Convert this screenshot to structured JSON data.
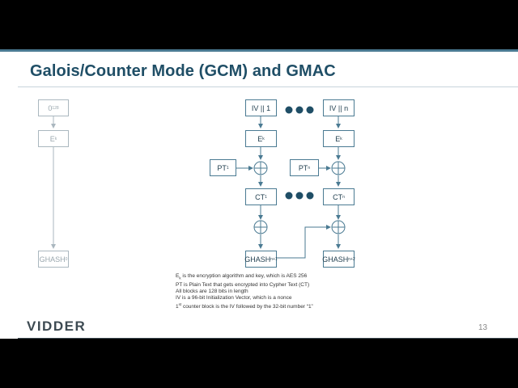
{
  "slide": {
    "title": "Galois/Counter Mode (GCM) and GMAC",
    "page_number": "13",
    "logo_text": "VIDDER"
  },
  "diagram": {
    "zero_block": {
      "base": "0",
      "sup": "128"
    },
    "ek_left": {
      "base": "E",
      "sub": "k"
    },
    "ghash0": {
      "base": "GHASH",
      "sub": "0"
    },
    "iv1": {
      "base": "IV || 1"
    },
    "ivn": {
      "base": "IV || n"
    },
    "ek1": {
      "base": "E",
      "sub": "k"
    },
    "ekn": {
      "base": "E",
      "sub": "k"
    },
    "pt1": {
      "base": "PT",
      "sub": "1"
    },
    "ptn": {
      "base": "PT",
      "sub": "n"
    },
    "ct1": {
      "base": "CT",
      "sub": "1"
    },
    "ctn": {
      "base": "CT",
      "sub": "n"
    },
    "ghash_n1": {
      "base": "GHASH",
      "sub": "n+1"
    },
    "ghash_n2": {
      "base": "GHASH",
      "sub": "n+2"
    }
  },
  "notes": [
    {
      "pre": "E",
      "sub": "k",
      "text": " is the encryption algorithm and key, which is AES 256"
    },
    {
      "text": "PT is Plain Text that gets encrypted into Cypher Text (CT)"
    },
    {
      "text": "All blocks are 128 bits in length"
    },
    {
      "text": "IV is a 96-bit Initialization Vector, which is a nonce"
    },
    {
      "pre": "1",
      "sup": "st",
      "text": " counter block is the IV followed by the 32-bit number “1”"
    }
  ],
  "colors": {
    "accent": "#4a7a92",
    "title": "#1f4e66",
    "dots": "#1f4e66",
    "faded": "#aab7bf"
  }
}
